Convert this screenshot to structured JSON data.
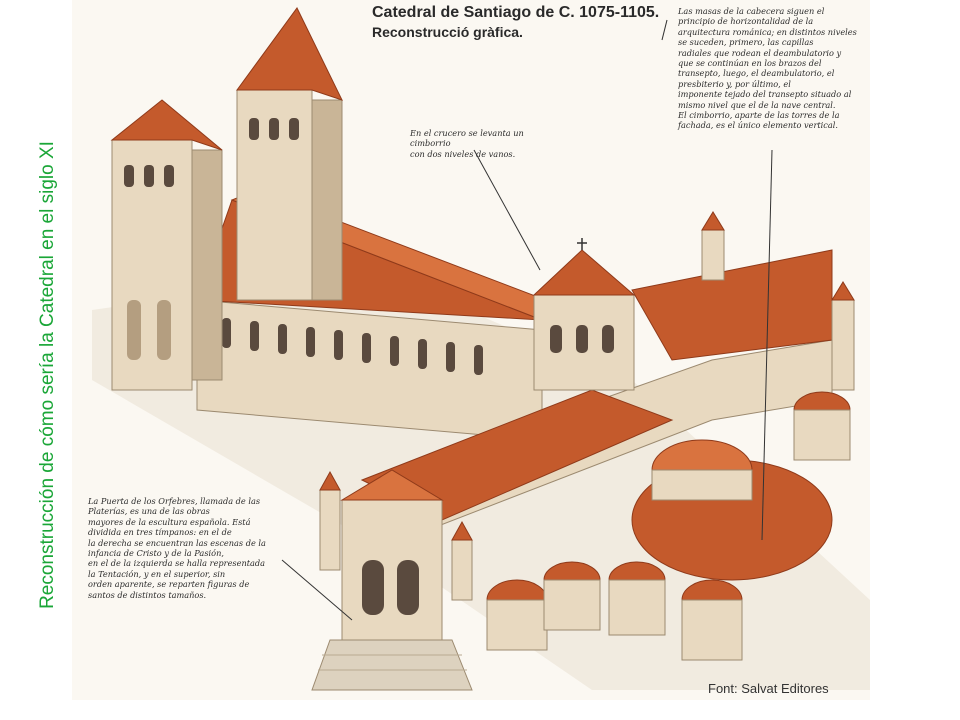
{
  "slide": {
    "caption": "Reconstrucción de cómo sería la Catedral en el siglo XI",
    "caption_color": "#1aa637"
  },
  "plate": {
    "title": "Catedral de Santiago de C. 1075-1105.",
    "subtitle": "Reconstrucció gràfica.",
    "notes": {
      "headwork": "Las masas de la cabecera siguen el\nprincipio de horizontalidad de la\narquitectura románica; en distintos niveles\nse suceden, primero, las capillas\nradiales que rodean el deambulatorio y\nque se continúan en los brazos del\ntransepto, luego, el deambulatorio, el\npresbiterio y, por último, el\nimponente tejado del transepto situado al\nmismo nivel que el de la nave central.\nEl cimborrio, aparte de las torres de la\nfachada, es el único elemento vertical.",
      "crossing": "En el crucero se levanta un cimborrio\ncon dos niveles de vanos.",
      "orfebres": "La Puerta de los Orfebres, llamada de las\nPlaterías, es una de las obras\nmayores de la escultura española. Está\ndividida en tres tímpanos: en el de\nla derecha se encuentran las escenas de la\ninfancia de Cristo y de la Pasión,\nen el de la izquierda se halla representada\nla Tentación, y en el superior, sin\norden aparente, se reparten figuras de\nsantos de distintos tamaños."
    },
    "credit": "Font: Salvat Editores",
    "colors": {
      "roof": "#c45a2c",
      "roof_light": "#d9733f",
      "roof_dark": "#8f3a1a",
      "stone": "#e8d9c0",
      "stone_shadow": "#c9b597",
      "window": "#5a4a3e"
    }
  }
}
